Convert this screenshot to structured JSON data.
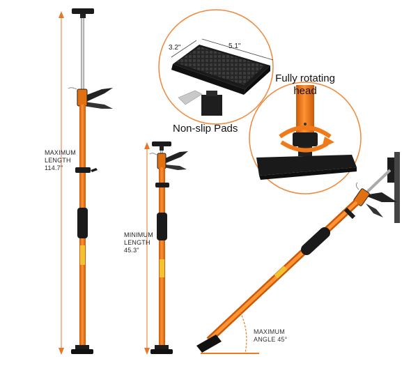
{
  "labels": {
    "max_line1": "MAXIMUM",
    "max_line2": "LENGTH",
    "max_value": "114.7\"",
    "min_line1": "MINIMUM",
    "min_line2": "LENGTH",
    "min_value": "45.3\"",
    "pad_width": "3.2\"",
    "pad_length": "5.1\"",
    "rotating_line1": "Fully rotating",
    "rotating_line2": "head",
    "non_slip": "Non-slip Pads",
    "angle_line1": "MAXIMUM",
    "angle_line2": "ANGLE 45°"
  },
  "colors": {
    "pole_orange": "#f07a1a",
    "pole_shadow": "#c85a08",
    "grip_black": "#1a1a1a",
    "dimension_orange": "#e8762a",
    "circle_outline": "#f0883a",
    "steel": "#b8b8b8"
  }
}
